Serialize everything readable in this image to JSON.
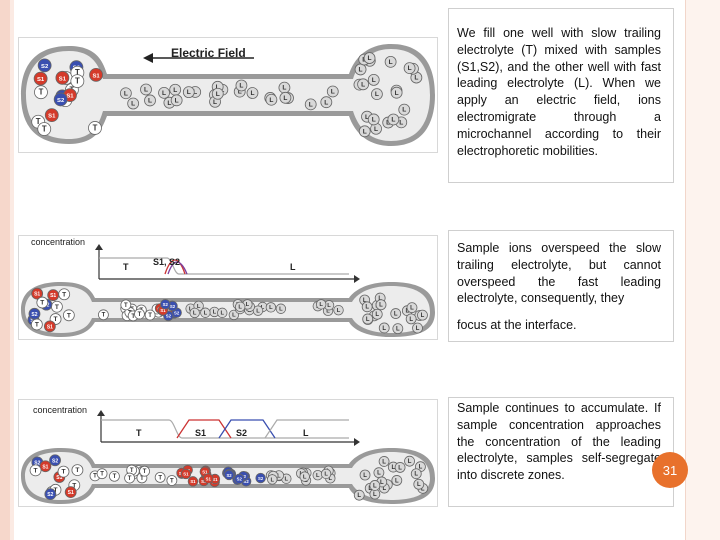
{
  "slide": {
    "panel1": {
      "figure": {
        "label": "Electric Field",
        "ions": [
          "T",
          "S1",
          "S2",
          "L"
        ]
      },
      "text": "We fill one well with slow trailing electrolyte (T) mixed with samples (S1,S2), and the other well with fast leading electrolyte (L). When we apply an electric field, ions electromigrate through a microchannel according to their electrophoretic mobilities."
    },
    "panel2": {
      "figure": {
        "axis_label": "concentration",
        "label_t": "T",
        "label_s": "S1, S2",
        "label_l": "L"
      },
      "text_a": "Sample ions overspeed the slow trailing electrolyte, but cannot overspeed the fast leading electrolyte, consequently, they",
      "text_b": "focus at the interface."
    },
    "panel3": {
      "figure": {
        "axis_label": "concentration",
        "label_t": "T",
        "label_s1": "S1",
        "label_s2": "S2",
        "label_l": "L"
      },
      "text": "Sample continues to accumulate. If sample concentration approaches the concentration of the leading electrolyte, samples self-segregate into discrete zones."
    },
    "page_number": "31",
    "colors": {
      "accent": "#e8712c",
      "trailing": "#ffffff",
      "s1": "#d43a2a",
      "s2": "#3a4fb0",
      "leading": "#d9d9d9"
    }
  }
}
